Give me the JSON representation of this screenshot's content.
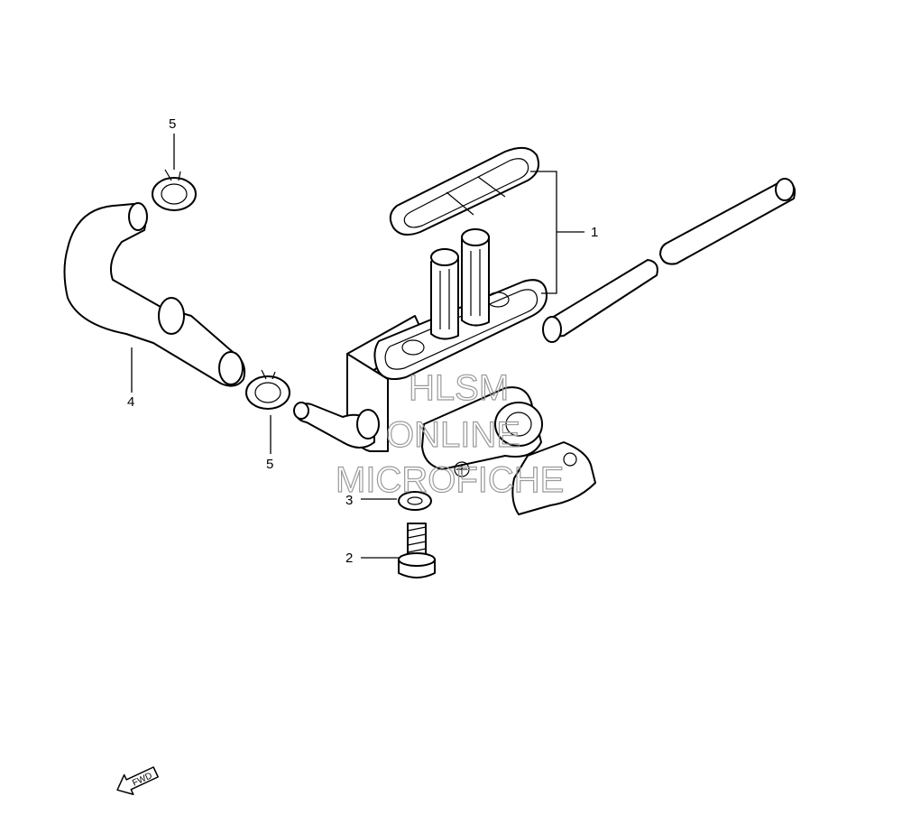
{
  "diagram": {
    "callouts": {
      "part_1": "1",
      "part_2": "2",
      "part_3": "3",
      "part_4": "4",
      "part_5_top": "5",
      "part_5_bottom": "5"
    },
    "fwd_label": "FWD",
    "watermark": {
      "line1": "HLSM",
      "line2": "ONLINE",
      "line3": "MICROFICHE"
    }
  }
}
